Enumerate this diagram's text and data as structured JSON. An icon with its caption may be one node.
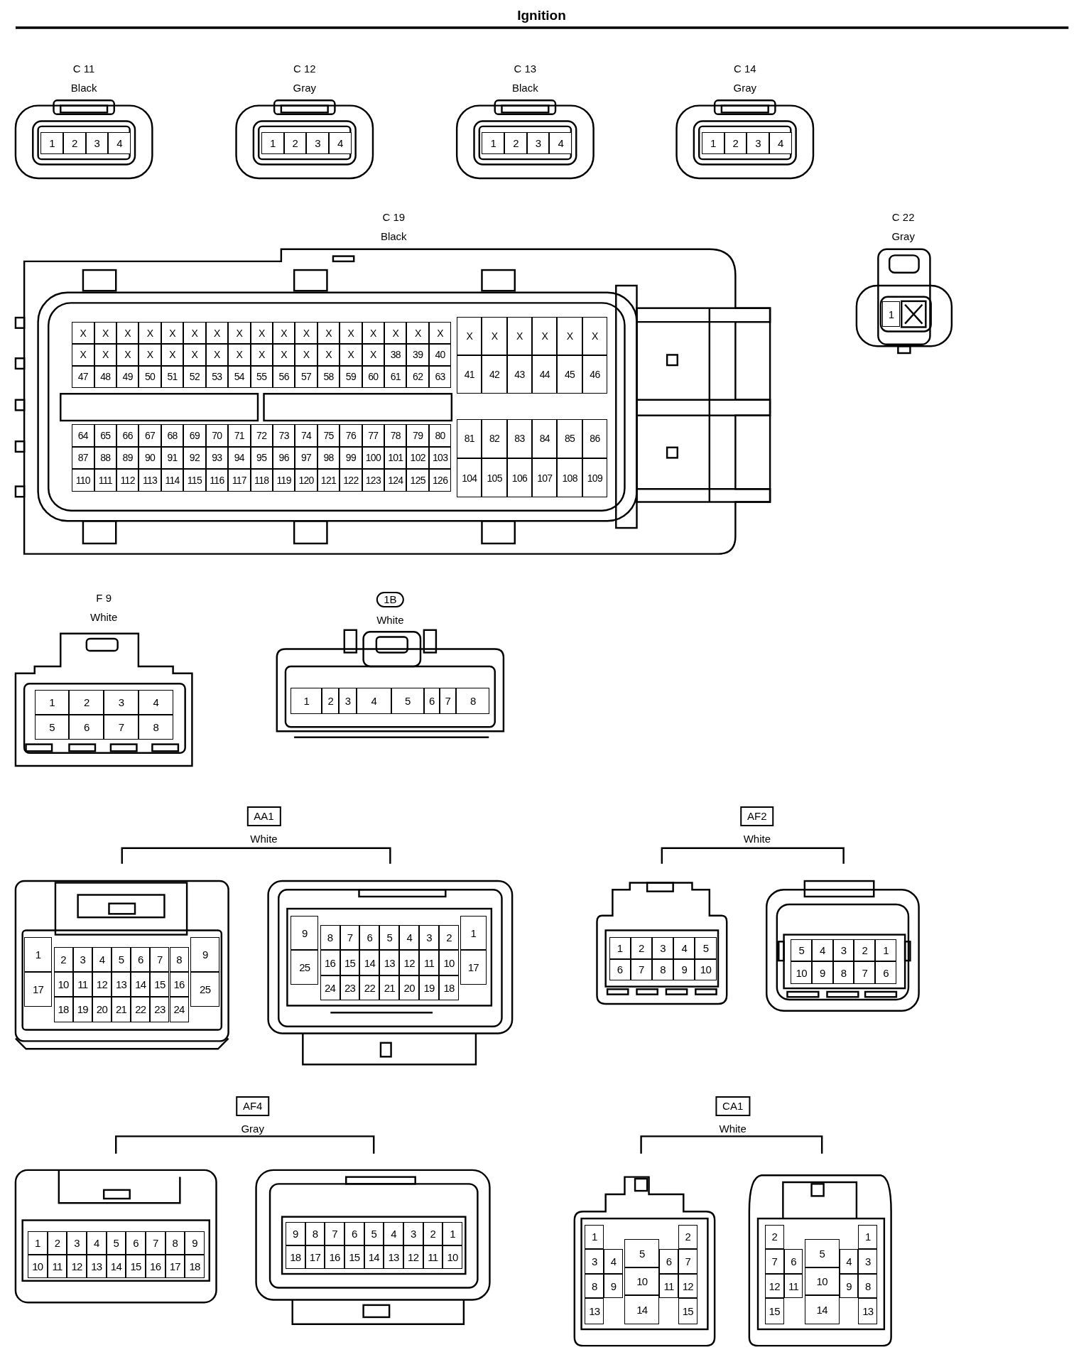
{
  "diagram": {
    "title": "Ignition",
    "nodes": [
      {
        "text": [
          "C 11",
          "Black"
        ]
      },
      {
        "text": [
          "C 12",
          "Gray"
        ]
      },
      {
        "text": [
          "C 13",
          "Black"
        ]
      },
      {
        "text": [
          "C 14",
          "Gray"
        ]
      },
      {
        "text": [
          "C 19",
          "Black"
        ]
      },
      {
        "text": [
          "C 22",
          "Gray"
        ]
      },
      {
        "text": [
          "F 9",
          "White"
        ]
      },
      {
        "text": [
          "1B",
          "White"
        ]
      },
      {
        "text": [
          "AA1",
          "White"
        ]
      },
      {
        "text": [
          "AF2",
          "White"
        ]
      },
      {
        "text": [
          "AF4",
          "Gray"
        ]
      },
      {
        "text": [
          "CA1",
          "White"
        ]
      }
    ],
    "labels": [
      "1",
      "2",
      "3",
      "4",
      "1",
      "2",
      "3",
      "4",
      "1",
      "2",
      "3",
      "4",
      "1",
      "2",
      "3",
      "4",
      "X",
      "X",
      "X",
      "X",
      "X",
      "X",
      "X",
      "X",
      "X",
      "X",
      "X",
      "X",
      "X",
      "X",
      "X",
      "X",
      "X",
      "X",
      "X",
      "X",
      "X",
      "X",
      "X",
      "X",
      "X",
      "X",
      "X",
      "X",
      "X",
      "X",
      "X",
      "38",
      "39",
      "40",
      "47",
      "48",
      "49",
      "50",
      "51",
      "52",
      "53",
      "54",
      "55",
      "56",
      "57",
      "58",
      "59",
      "60",
      "61",
      "62",
      "63",
      "X",
      "X",
      "X",
      "X",
      "X",
      "X",
      "41",
      "42",
      "43",
      "44",
      "45",
      "46",
      "64",
      "65",
      "66",
      "67",
      "68",
      "69",
      "70",
      "71",
      "72",
      "73",
      "74",
      "75",
      "76",
      "77",
      "78",
      "79",
      "80",
      "87",
      "88",
      "89",
      "90",
      "91",
      "92",
      "93",
      "94",
      "95",
      "96",
      "97",
      "98",
      "99",
      "100",
      "101",
      "102",
      "103",
      "110",
      "111",
      "112",
      "113",
      "114",
      "115",
      "116",
      "117",
      "118",
      "119",
      "120",
      "121",
      "122",
      "123",
      "124",
      "125",
      "126",
      "81",
      "82",
      "83",
      "84",
      "85",
      "86",
      "104",
      "105",
      "106",
      "107",
      "108",
      "109",
      "1",
      "1",
      "2",
      "3",
      "4",
      "5",
      "6",
      "7",
      "8",
      "1",
      "2",
      "3",
      "4",
      "5",
      "6",
      "7",
      "8",
      "1",
      "2",
      "3",
      "4",
      "5",
      "6",
      "7",
      "8",
      "9",
      "17",
      "10",
      "11",
      "12",
      "13",
      "14",
      "15",
      "16",
      "25",
      "18",
      "19",
      "20",
      "21",
      "22",
      "23",
      "24",
      "9",
      "8",
      "7",
      "6",
      "5",
      "4",
      "3",
      "2",
      "1",
      "25",
      "16",
      "15",
      "14",
      "13",
      "12",
      "11",
      "10",
      "17",
      "24",
      "23",
      "22",
      "21",
      "20",
      "19",
      "18",
      "1",
      "2",
      "3",
      "4",
      "5",
      "6",
      "7",
      "8",
      "9",
      "10",
      "5",
      "4",
      "3",
      "2",
      "1",
      "10",
      "9",
      "8",
      "7",
      "6",
      "1",
      "2",
      "3",
      "4",
      "5",
      "6",
      "7",
      "8",
      "9",
      "10",
      "11",
      "12",
      "13",
      "14",
      "15",
      "16",
      "17",
      "18",
      "9",
      "8",
      "7",
      "6",
      "5",
      "4",
      "3",
      "2",
      "1",
      "18",
      "17",
      "16",
      "15",
      "14",
      "13",
      "12",
      "11",
      "10",
      "1",
      "2",
      "3",
      "4",
      "5",
      "6",
      "7",
      "8",
      "9",
      "10",
      "11",
      "12",
      "13",
      "14",
      "15",
      "2",
      "1",
      "7",
      "6",
      "5",
      "4",
      "3",
      "12",
      "11",
      "10",
      "9",
      "8",
      "15",
      "14",
      "13"
    ]
  }
}
